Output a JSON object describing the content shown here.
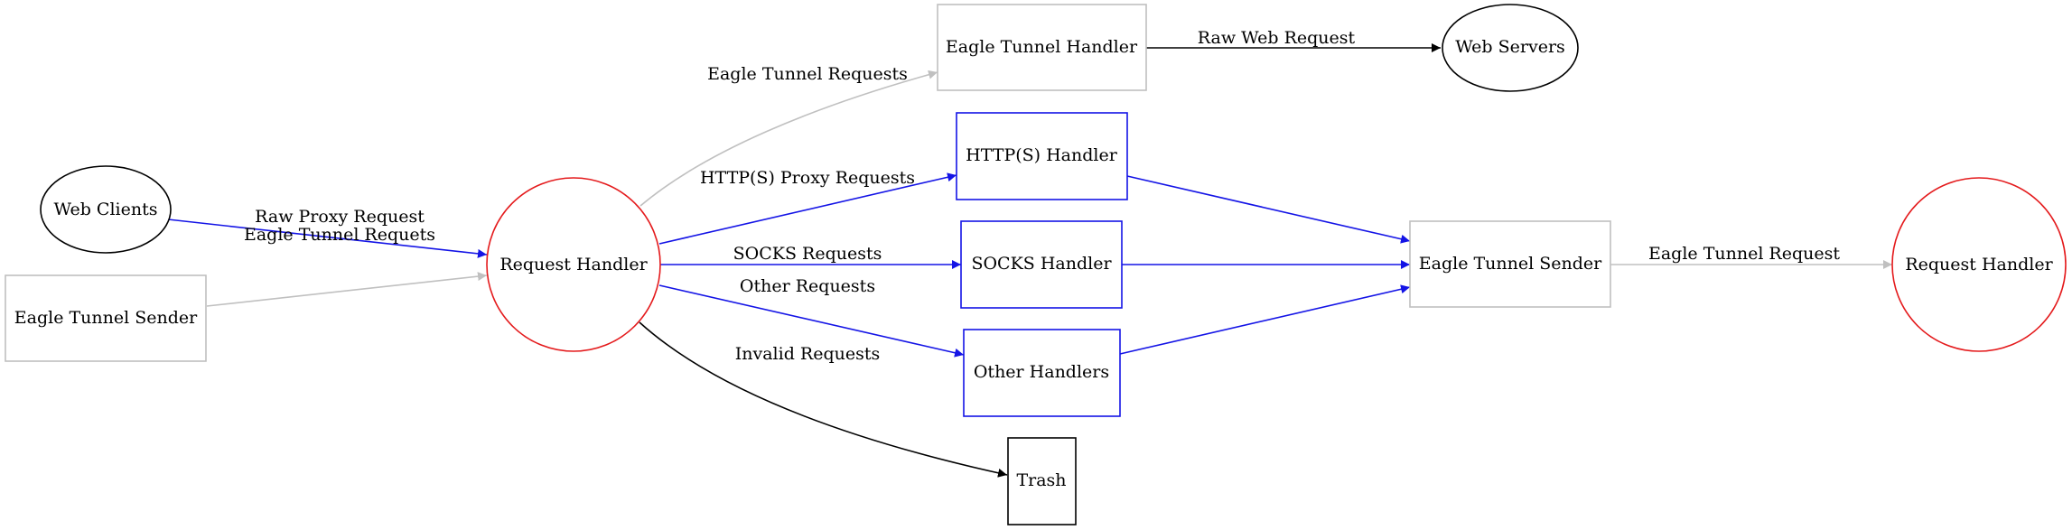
{
  "colors": {
    "red": "#e41a1c",
    "blue": "#1414e6",
    "gray": "#c0c0c0",
    "black": "#000000"
  },
  "nodes": {
    "web_clients": "Web Clients",
    "eagle_tunnel_sender_left": "Eagle Tunnel Sender",
    "request_handler_main": "Request Handler",
    "eagle_tunnel_handler": "Eagle Tunnel Handler",
    "https_handler": "HTTP(S) Handler",
    "socks_handler": "SOCKS Handler",
    "other_handlers": "Other Handlers",
    "trash": "Trash",
    "web_servers": "Web Servers",
    "eagle_tunnel_sender_right": "Eagle Tunnel Sender",
    "request_handler_remote": "Request Handler"
  },
  "edges": {
    "raw_proxy_request": "Raw Proxy Request",
    "eagle_tunnel_requets": "Eagle Tunnel Requets",
    "eagle_tunnel_requests": "Eagle Tunnel Requests",
    "https_proxy_requests": "HTTP(S) Proxy Requests",
    "socks_requests": "SOCKS Requests",
    "other_requests": "Other Requests",
    "invalid_requests": "Invalid Requests",
    "raw_web_request": "Raw Web Request",
    "eagle_tunnel_request": "Eagle Tunnel Request"
  }
}
